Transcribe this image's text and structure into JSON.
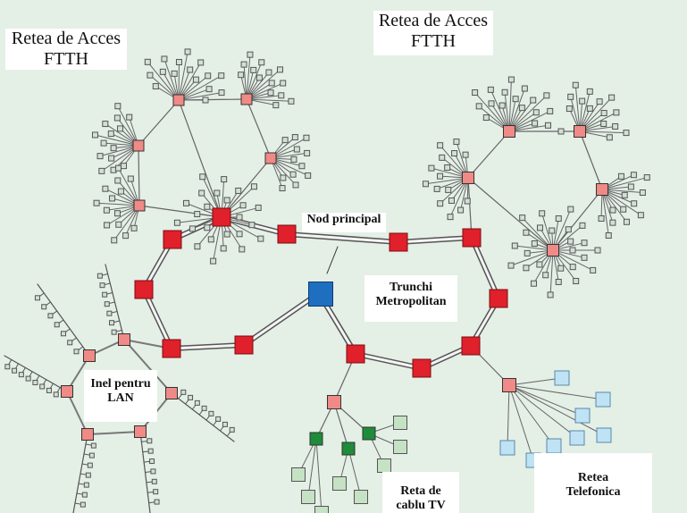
{
  "labels": {
    "ftth_left": {
      "line1": "Retea de Acces",
      "line2": "FTTH"
    },
    "ftth_right": {
      "line1": "Retea de Acces",
      "line2": "FTTH"
    },
    "main_node": "Nod principal",
    "trunk": {
      "line1": "Trunchi",
      "line2": "Metropolitan"
    },
    "lan_ring": {
      "line1": "Inel pentru",
      "line2": "LAN"
    },
    "cable_tv": {
      "line1": "Reta de",
      "line2": "cablu TV"
    },
    "phone": {
      "line1": "Retea",
      "line2": "Telefonica"
    }
  },
  "colors": {
    "background": "#e4efe6",
    "ring_node": "#e0202a",
    "main_node": "#1f6fc0",
    "pink_node": "#f08a86",
    "leaf_node": "#d2e0d4",
    "tv_node": "#1e8c3a",
    "tv_leaf": "#c6e2c4",
    "phone_leaf": "#bfe2f5"
  }
}
